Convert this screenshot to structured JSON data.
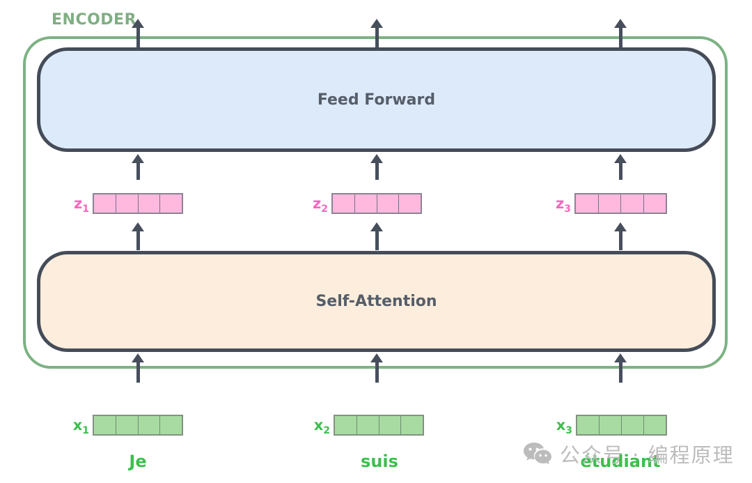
{
  "encoder": {
    "label": "ENCODER"
  },
  "blocks": {
    "feed_forward": "Feed Forward",
    "self_attention": "Self-Attention"
  },
  "z_vectors": [
    {
      "base": "z",
      "sub": "1"
    },
    {
      "base": "z",
      "sub": "2"
    },
    {
      "base": "z",
      "sub": "3"
    }
  ],
  "x_vectors": [
    {
      "base": "x",
      "sub": "1"
    },
    {
      "base": "x",
      "sub": "2"
    },
    {
      "base": "x",
      "sub": "3"
    }
  ],
  "words": [
    "Je",
    "suis",
    "étudiant"
  ],
  "cells_per_vector": 4,
  "watermark": {
    "text": "公众号 · 编程原理",
    "icon": "wechat-icon"
  },
  "colors": {
    "encoder_border": "#7cb282",
    "encoder_label": "#7fae82",
    "block_border": "#454c58",
    "feed_forward_fill": "#ddeafa",
    "self_attention_fill": "#fdeddc",
    "block_text": "#555d69",
    "arrow": "#474e5c",
    "z_fill": "#ffb9de",
    "z_label": "#f966be",
    "x_fill": "#a8dba1",
    "x_label": "#3cbf4e",
    "word_text": "#3cbf4e",
    "watermark_gray": "#bcbcbc"
  }
}
